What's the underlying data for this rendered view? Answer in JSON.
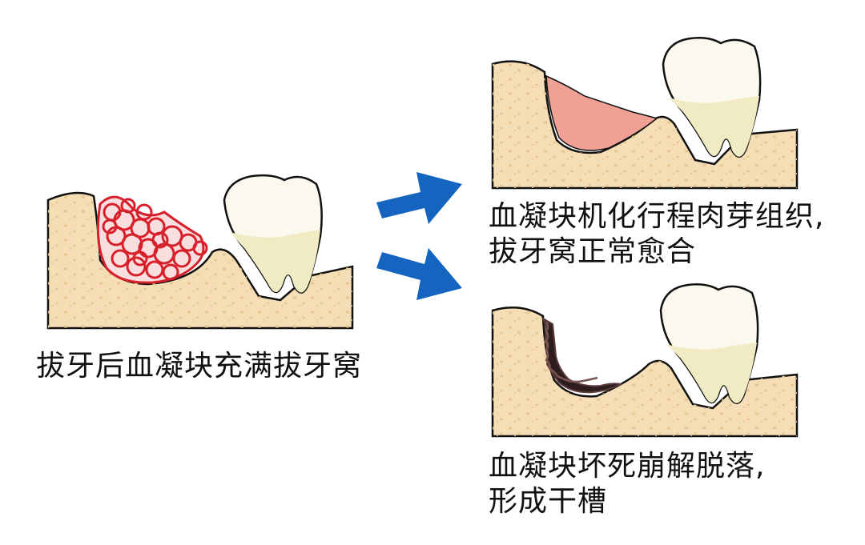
{
  "captions": {
    "left": "拔牙后血凝块充满拔牙窝",
    "top_right_line1": "血凝块机化行程肉芽组织,",
    "top_right_line2": "拔牙窝正常愈合",
    "bottom_right_line1": "血凝块坏死崩解脱落,",
    "bottom_right_line2": "形成干槽"
  },
  "colors": {
    "bone": "#F5DDB5",
    "bone_dots": "#E8C58F",
    "tooth": "#FBF8EE",
    "tooth_root": "#F1EBC4",
    "clot": "#D7202A",
    "granulation": "#F0A095",
    "necrotic": "#2E1D1D",
    "arrow": "#1565C0"
  },
  "icons": [
    "arrow-right-up-icon",
    "arrow-right-down-icon"
  ]
}
